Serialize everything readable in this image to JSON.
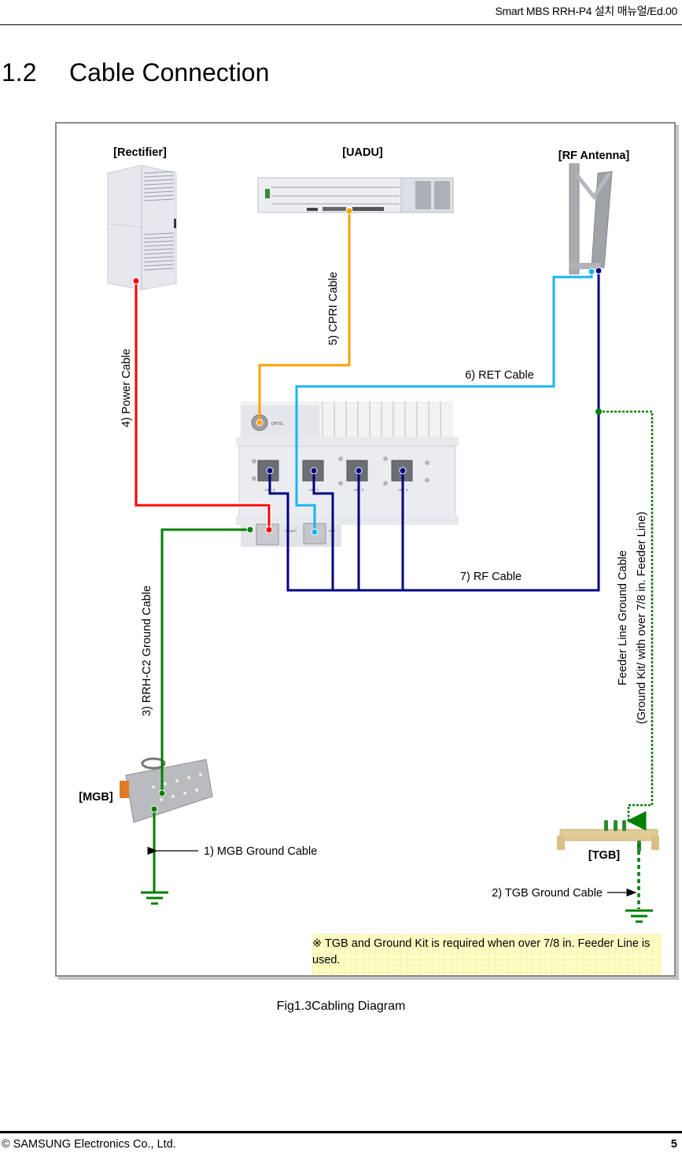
{
  "header": {
    "title": "Smart MBS RRH-P4  설치 매뉴얼/Ed.00"
  },
  "section": {
    "number": "1.2",
    "title": "Cable Connection"
  },
  "diagram": {
    "equipment": {
      "rectifier": "[Rectifier]",
      "uadu": "[UADU]",
      "rf_antenna": "[RF Antenna]",
      "mgb": "[MGB]",
      "tgb": "[TGB]",
      "rrh_port_labels": [
        "OPTIC",
        "ANT 0",
        "ANT 1",
        "ANT 2",
        "ANT 3",
        "POWER",
        "RET"
      ]
    },
    "cables": {
      "mgb_ground": "1) MGB Ground Cable",
      "tgb_ground": "2) TGB Ground Cable",
      "rrh_ground": "3) RRH-C2 Ground Cable",
      "power": "4) Power Cable",
      "cpri": "5) CPRI Cable",
      "ret": "6) RET Cable",
      "rf": "7) RF Cable",
      "feeder_line_1": "Feeder Line Ground Cable",
      "feeder_line_2": "(Ground Kit/ with over 7/8 in. Feeder Line)"
    },
    "colors": {
      "power": "#ff0000",
      "cpri": "#ffa000",
      "ret": "#19b4f0",
      "rf": "#00007f",
      "ground": "#007f00"
    },
    "note": "※  TGB and Ground Kit is required when over 7/8 in. Feeder Line is used."
  },
  "caption": "Fig1.3Cabling Diagram",
  "footer": {
    "copyright": "© SAMSUNG Electronics Co., Ltd.",
    "page": "5"
  }
}
